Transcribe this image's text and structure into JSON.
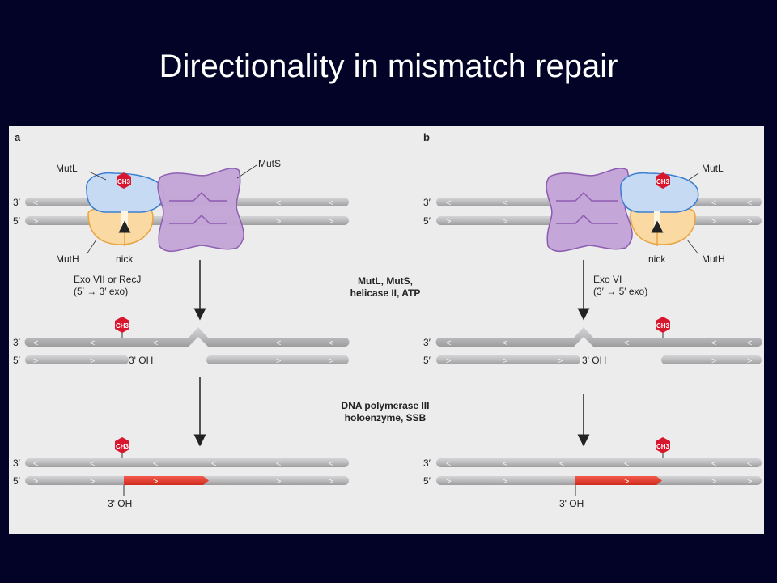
{
  "slide": {
    "title": "Directionality in mismatch repair"
  },
  "panel_a": {
    "letter": "a",
    "mutl": "MutL",
    "muts": "MutS",
    "muth": "MutH",
    "nick": "nick",
    "strand3": "3′",
    "strand5": "5′",
    "exo_line1": "Exo VII or RecJ",
    "exo_line2": "(5′ → 3′ exo)",
    "oh_label": "3' OH",
    "oh_label_bottom": "3' OH",
    "methyl_label": "CH3"
  },
  "panel_b": {
    "letter": "b",
    "mutl": "MutL",
    "muth": "MutH",
    "nick": "nick",
    "strand3": "3′",
    "strand5": "5′",
    "exo_line1": "Exo VI",
    "exo_line2": "(3′ → 5′ exo)",
    "oh_label": "3' OH",
    "oh_label_bottom": "3' OH",
    "methyl_label": "CH3"
  },
  "center": {
    "step1_line1": "MutL, MutS,",
    "step1_line2": "helicase II, ATP",
    "step2_line1": "DNA polymerase III",
    "step2_line2": "holoenzyme, SSB"
  },
  "colors": {
    "background": "#020326",
    "panel": "#ececed",
    "strand": "#bdbdbf",
    "new_strand": "#e83a2e",
    "mutl_fill": "#c6daf4",
    "mutl_stroke": "#3a7fd0",
    "muth_fill": "#fbd9a2",
    "muth_stroke": "#e8a440",
    "muts_fill": "#c5a6d8",
    "muts_stroke": "#8c5bb0",
    "methyl": "#d8162d"
  }
}
